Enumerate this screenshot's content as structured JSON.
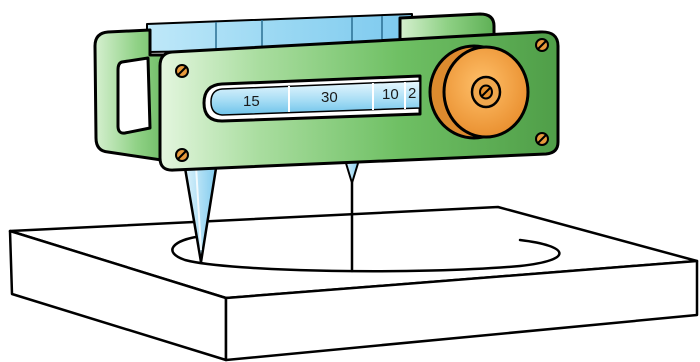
{
  "tool": {
    "scale_labels": [
      "15",
      "30",
      "10",
      "2"
    ]
  },
  "colors": {
    "outline": "#000000",
    "block_fill": "#ffffff",
    "frame_green_light": "#cfeec8",
    "frame_green": "#7dca73",
    "frame_green_dark": "#4e9d47",
    "slot_blue": "#8fd3f1",
    "slot_blue_light": "#e8f7fd",
    "knob_orange": "#f5a345",
    "screw_fill": "#e89a3c"
  }
}
